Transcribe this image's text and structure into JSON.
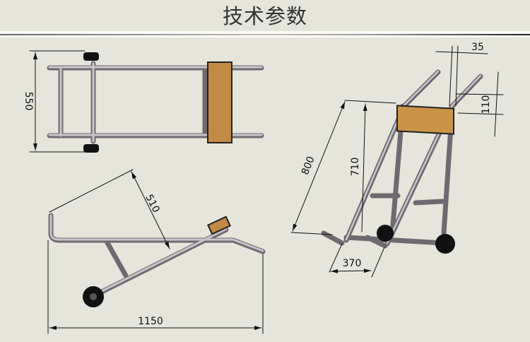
{
  "header": {
    "title": "技术参数"
  },
  "dimensions": {
    "top_view_width": "550",
    "side_view_handle": "510",
    "side_view_length": "1150",
    "iso_height_diag": "800",
    "iso_height": "710",
    "iso_base": "370",
    "iso_board_thickness": "35",
    "iso_board_height": "110"
  },
  "colors": {
    "background": "#e5e5dc",
    "tube": "#9a939b",
    "wood": "#c8914a",
    "wheel": "#1a1a1a"
  }
}
